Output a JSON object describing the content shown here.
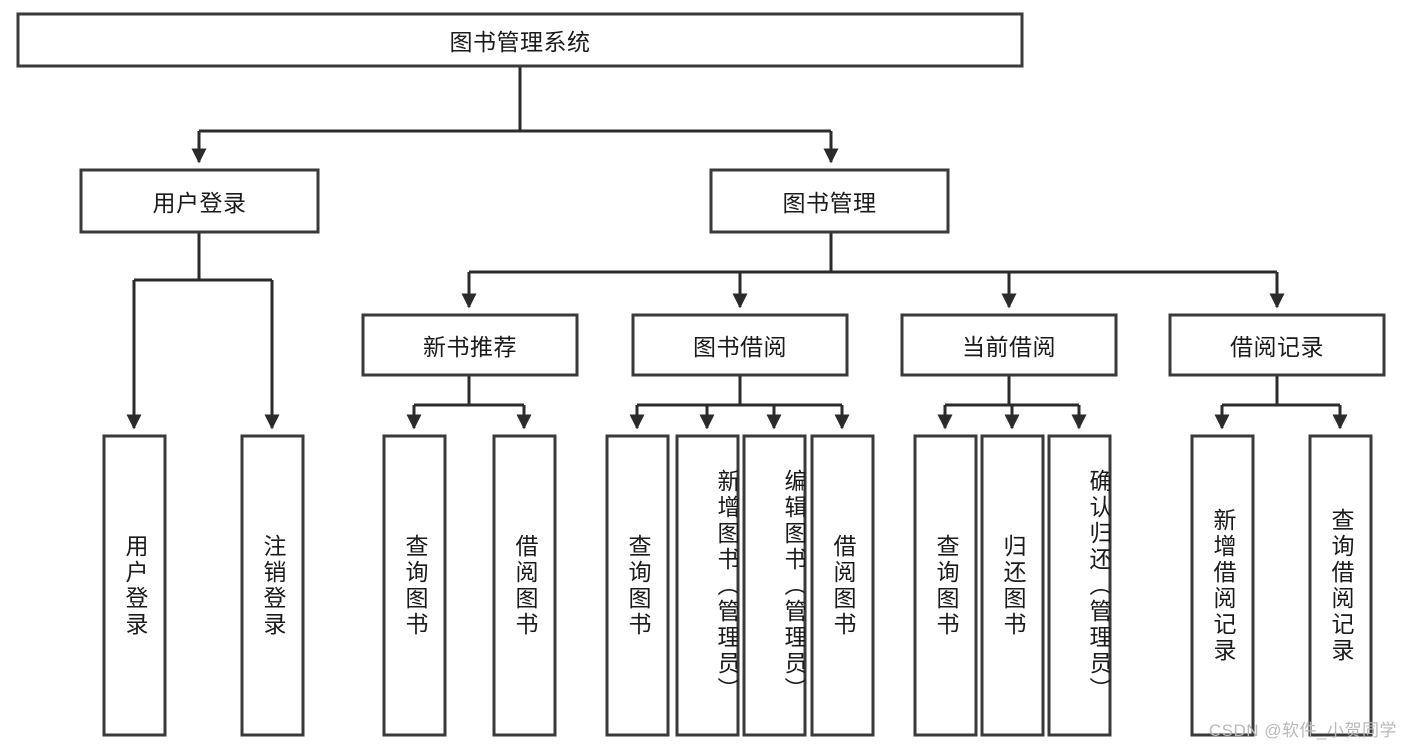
{
  "diagram": {
    "title": "图书管理系统",
    "type": "tree",
    "watermark": "CSDN @软件_小贺同学",
    "colors": {
      "box_border": "#3a3a3a",
      "connector": "#2b2b2b",
      "text": "#1a1a1a",
      "background": "#ffffff",
      "watermark": "#b9b9b9"
    },
    "levels": {
      "root": {
        "label": "图书管理系统"
      },
      "level2": [
        {
          "label": "用户登录"
        },
        {
          "label": "图书管理"
        }
      ],
      "level3": [
        {
          "label": "新书推荐"
        },
        {
          "label": "图书借阅"
        },
        {
          "label": "当前借阅"
        },
        {
          "label": "借阅记录"
        }
      ],
      "leaves": {
        "user_login": [
          {
            "label": "用户登录"
          },
          {
            "label": "注销登录"
          }
        ],
        "new_book": [
          {
            "label": "查询图书"
          },
          {
            "label": "借阅图书"
          }
        ],
        "book_borrow": [
          {
            "label": "查询图书"
          },
          {
            "label": "新增图书（管理员）"
          },
          {
            "label": "编辑图书（管理员）"
          },
          {
            "label": "借阅图书"
          }
        ],
        "current_borrow": [
          {
            "label": "查询图书"
          },
          {
            "label": "归还图书"
          },
          {
            "label": "确认归还（管理员）"
          }
        ],
        "borrow_record": [
          {
            "label": "新增借阅记录"
          },
          {
            "label": "查询借阅记录"
          }
        ]
      }
    }
  }
}
